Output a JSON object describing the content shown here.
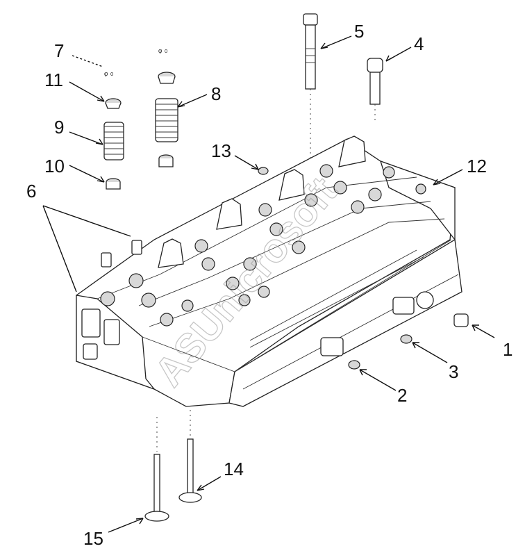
{
  "callouts": [
    {
      "id": "1",
      "label": "1"
    },
    {
      "id": "2",
      "label": "2"
    },
    {
      "id": "3",
      "label": "3"
    },
    {
      "id": "4",
      "label": "4"
    },
    {
      "id": "5",
      "label": "5"
    },
    {
      "id": "6",
      "label": "6"
    },
    {
      "id": "7",
      "label": "7"
    },
    {
      "id": "8",
      "label": "8"
    },
    {
      "id": "9",
      "label": "9"
    },
    {
      "id": "10",
      "label": "10"
    },
    {
      "id": "11",
      "label": "11"
    },
    {
      "id": "12",
      "label": "12"
    },
    {
      "id": "13",
      "label": "13"
    },
    {
      "id": "14",
      "label": "14"
    },
    {
      "id": "15",
      "label": "15"
    }
  ],
  "watermark": "ASUnicrosoft"
}
